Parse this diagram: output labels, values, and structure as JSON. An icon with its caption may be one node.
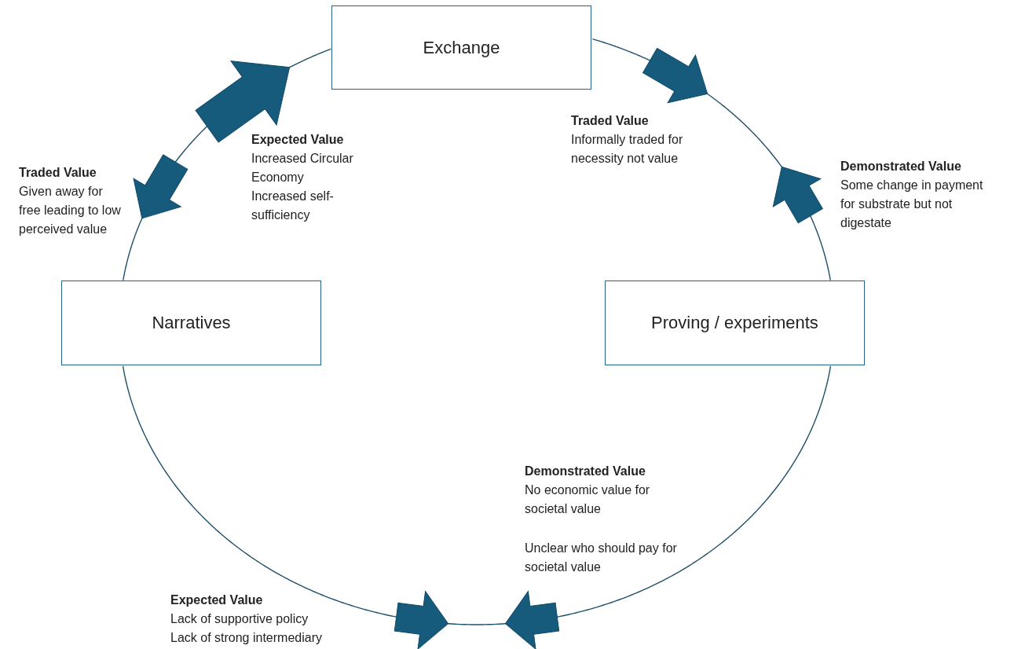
{
  "diagram": {
    "nodes": [
      {
        "text": [
          "Exchange"
        ]
      },
      {
        "text": [
          "Narratives"
        ]
      },
      {
        "text": [
          "Proving / experiments"
        ]
      }
    ],
    "edges": [
      {
        "from": 1,
        "to": 0,
        "arrow": "none"
      },
      {
        "from": 0,
        "to": 2,
        "arrow": "none"
      },
      {
        "from": 1,
        "to": 2,
        "arrow": "none"
      }
    ],
    "labels": [
      "Expected Value",
      "Increased Circular Economy",
      "Increased self-sufficiency",
      "Traded Value",
      "Informally traded for necessity not value",
      "Demonstrated Value",
      "Some change in payment for substrate but not digestate",
      "Traded Value",
      "Given away for free leading to low perceived value",
      "Demonstrated Value",
      "No economic value for societal value",
      "Unclear who should pay for societal value",
      "Expected Value",
      "Lack of supportive policy",
      "Lack of strong intermediary"
    ]
  }
}
